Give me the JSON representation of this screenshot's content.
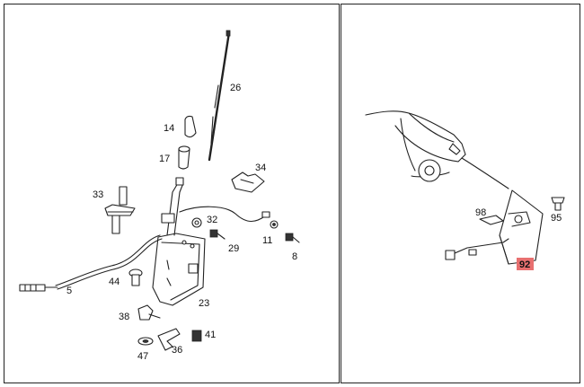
{
  "diagram": {
    "left_panel": {
      "callouts": [
        "26",
        "14",
        "17",
        "34",
        "33",
        "32",
        "29",
        "11",
        "8",
        "5",
        "44",
        "23",
        "38",
        "41",
        "47",
        "36"
      ]
    },
    "right_panel": {
      "callouts": [
        "98",
        "95",
        "92"
      ],
      "highlighted": "92"
    },
    "colors": {
      "line": "#222222",
      "highlight": "#e87070",
      "background": "#ffffff"
    }
  }
}
